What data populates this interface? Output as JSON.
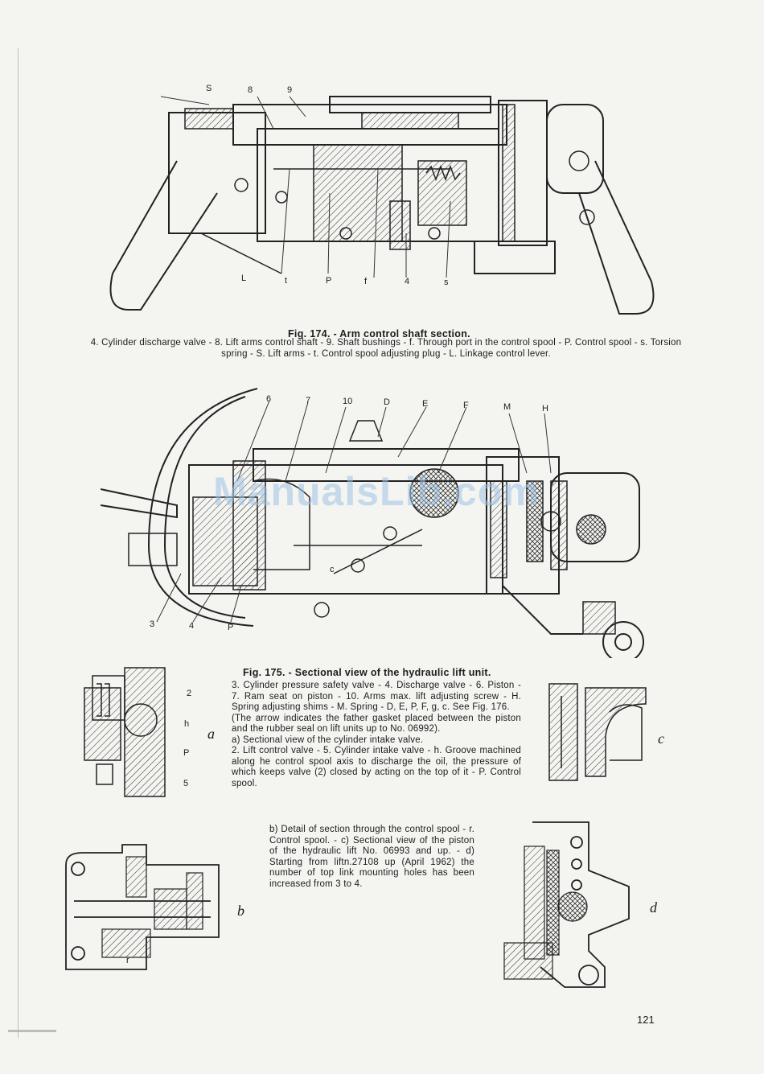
{
  "fig174": {
    "title": "Fig. 174. - Arm control shaft section.",
    "caption": "4. Cylinder discharge valve - 8. Lift arms control shaft - 9. Shaft bushings - f. Through port in the control spool - P. Control spool - s. Torsion spring - S. Lift arms - t. Control spool adjusting plug - L. Linkage control lever.",
    "labels": {
      "S": "S",
      "n8": "8",
      "n9": "9",
      "L": "L",
      "t": "t",
      "P": "P",
      "f": "f",
      "n4": "4",
      "s": "s"
    }
  },
  "fig175": {
    "title": "Fig. 175. - Sectional view of the hydraulic lift unit.",
    "caption1": "3. Cylinder pressure safety valve - 4. Discharge valve - 6. Piston - 7. Ram seat on piston - 10. Arms max. lift adjusting screw - H. Spring adjusting shims - M. Spring - D, E, P, F, g, c. See Fig. 176.",
    "caption2": "(The arrow indicates the father gasket placed between the piston and the rubber seal on lift units up to No. 06992).",
    "caption3": "a) Sectional view of the cylinder intake valve.",
    "caption4": "2. Lift control valve - 5. Cylinder intake valve - h. Groove machined along he control spool axis to discharge the oil, the pressure of which keeps valve (2) closed by acting on the top of it - P. Control spool.",
    "caption5": "b) Detail of section through the control spool - r. Control spool. - c) Sectional view of the piston of the hydraulic lift No. 06993 and up. - d) Starting from liftn.27108 up (April 1962) the number of top link mounting holes has been increased from 3 to 4.",
    "labels": {
      "n6": "6",
      "n7": "7",
      "n10": "10",
      "D": "D",
      "E": "E",
      "F": "F",
      "M": "M",
      "H": "H",
      "c": "c",
      "n3": "3",
      "n4": "4",
      "P": "P"
    }
  },
  "figA": {
    "letter": "a",
    "labels": {
      "n2": "2",
      "h": "h",
      "P": "P",
      "n5": "5"
    }
  },
  "figB": {
    "letter": "b",
    "labels": {
      "r": "r"
    }
  },
  "figC": {
    "letter": "c"
  },
  "figD": {
    "letter": "d"
  },
  "watermark": "ManualsLib.com",
  "page_number": "121"
}
